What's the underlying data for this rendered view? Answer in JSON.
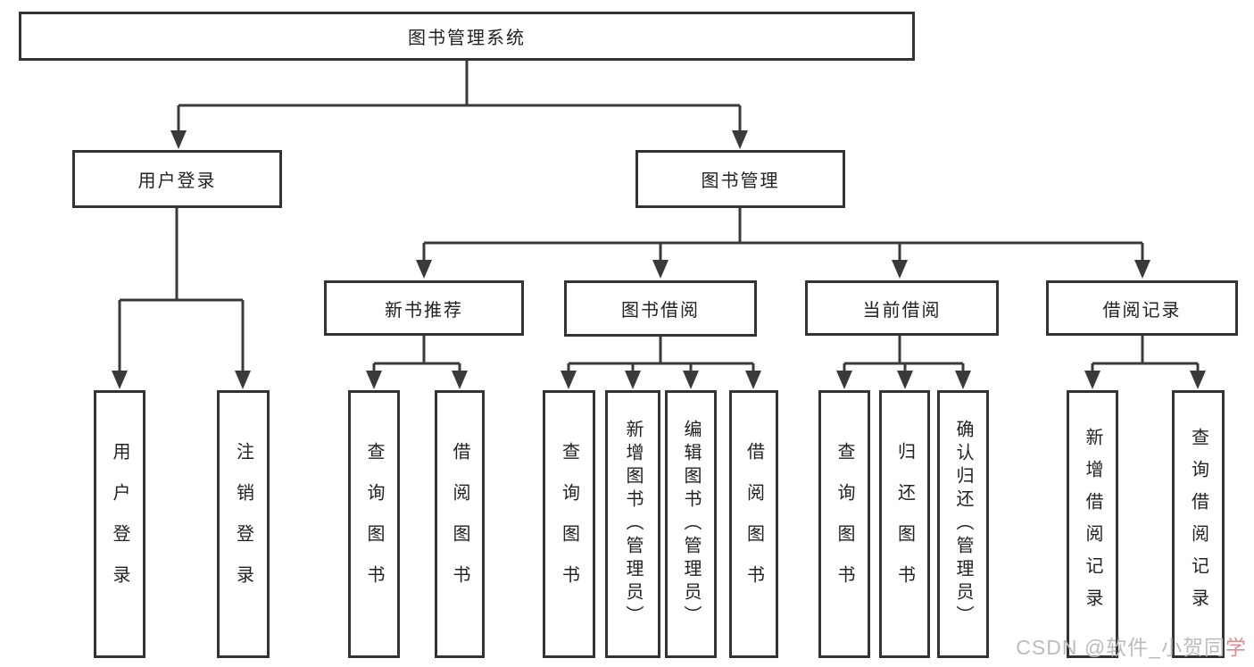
{
  "diagram": {
    "root": {
      "label": "图书管理系统"
    },
    "branches": [
      {
        "label": "用户登录",
        "children": [
          {
            "label": "用户登录"
          },
          {
            "label": "注销登录"
          }
        ]
      },
      {
        "label": "图书管理",
        "groups": [
          {
            "label": "新书推荐",
            "children": [
              {
                "label": "查询图书"
              },
              {
                "label": "借阅图书"
              }
            ]
          },
          {
            "label": "图书借阅",
            "children": [
              {
                "label": "查询图书"
              },
              {
                "label": "新增图书（管理员）"
              },
              {
                "label": "编辑图书（管理员）"
              },
              {
                "label": "借阅图书"
              }
            ]
          },
          {
            "label": "当前借阅",
            "children": [
              {
                "label": "查询图书"
              },
              {
                "label": "归还图书"
              },
              {
                "label": "确认归还（管理员）"
              }
            ]
          },
          {
            "label": "借阅记录",
            "children": [
              {
                "label": "新增借阅记录"
              },
              {
                "label": "查询借阅记录"
              }
            ]
          }
        ]
      }
    ]
  },
  "watermark": {
    "prefix": "CSDN @软件_小贺同",
    "suffix": "学"
  },
  "colors": {
    "line": "#3a3a3a",
    "box_border": "#333333",
    "text": "#222222",
    "watermark_gray": "#bcbcbc",
    "watermark_red": "#d98f8f"
  }
}
